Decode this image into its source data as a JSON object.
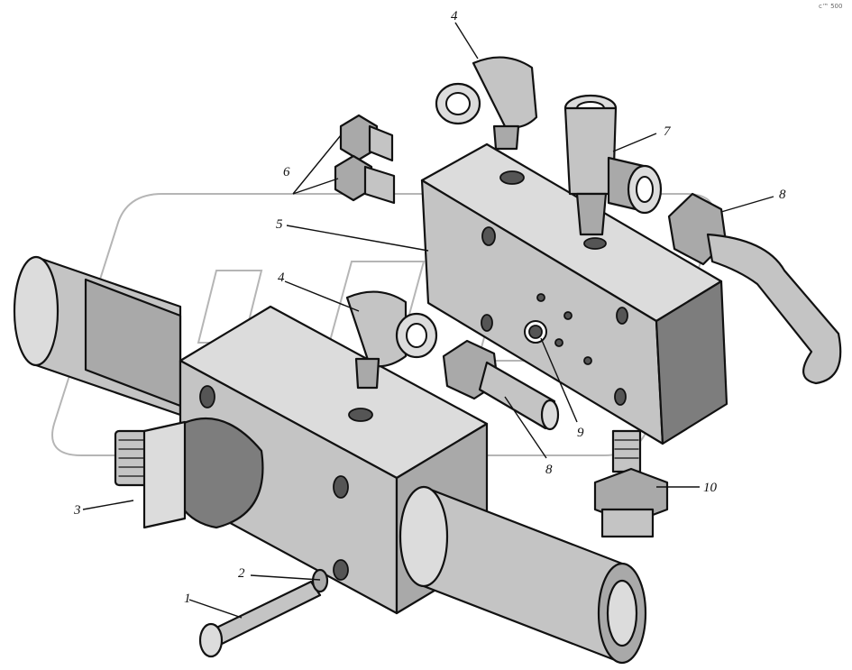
{
  "labels": {
    "l1": "1",
    "l2": "2",
    "l3": "3",
    "l4a": "4",
    "l4b": "4",
    "l5": "5",
    "l6": "6",
    "l7": "7",
    "l8a": "8",
    "l8b": "8",
    "l9": "9",
    "l10": "10"
  },
  "corner_mark": "с™ 500",
  "colors": {
    "ink": "#111111",
    "paper": "#ffffff",
    "watermark": "#b5b5b5"
  }
}
